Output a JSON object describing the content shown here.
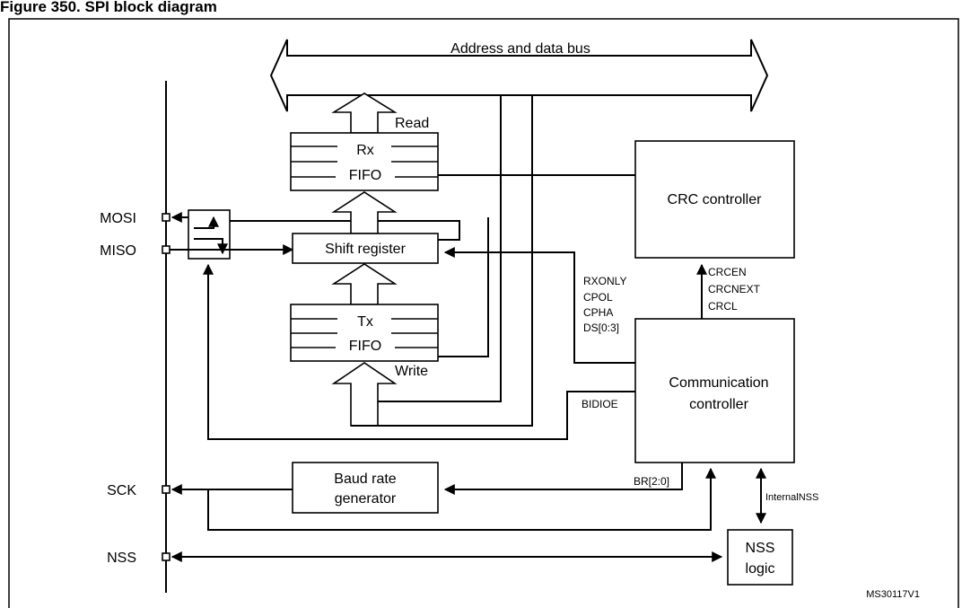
{
  "figure": {
    "caption": "Figure 350. SPI block diagram",
    "bus_label": "Address and data bus",
    "read_label": "Read",
    "write_label": "Write",
    "rx_fifo": [
      "Rx",
      "FIFO"
    ],
    "tx_fifo": [
      "Tx",
      "FIFO"
    ],
    "shift_register": "Shift register",
    "crc_controller": "CRC controller",
    "crc_signals": [
      "CRCEN",
      "CRCNEXT",
      "CRCL"
    ],
    "config_signals": [
      "RXONLY",
      "CPOL",
      "CPHA",
      "DS[0:3]"
    ],
    "bidioe": "BIDIOE",
    "comm_controller": [
      "Communication",
      "controller"
    ],
    "baud_rate": [
      "Baud rate",
      "generator"
    ],
    "br_signal": "BR[2:0]",
    "internal_nss": "InternalNSS",
    "nss_logic": [
      "NSS",
      "logic"
    ],
    "pins": [
      "MOSI",
      "MISO",
      "SCK",
      "NSS"
    ],
    "ref_code": "MS30117V1"
  }
}
